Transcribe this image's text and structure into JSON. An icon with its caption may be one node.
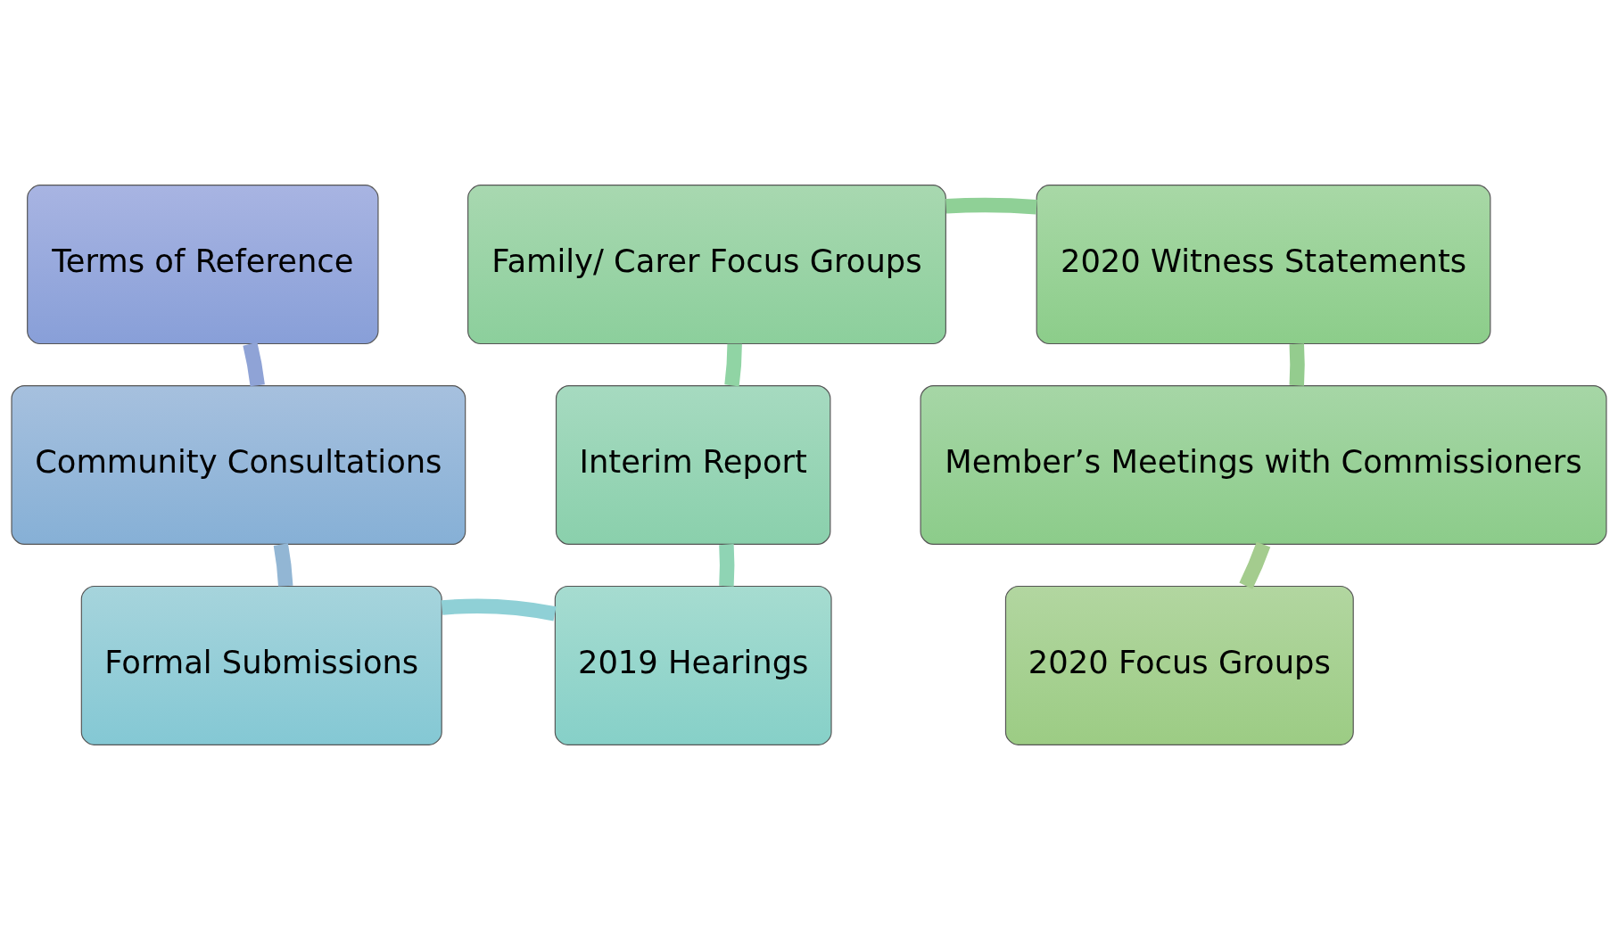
{
  "diagram": {
    "nodes": [
      {
        "text": [
          "Terms of Reference"
        ]
      },
      {
        "text": [
          "Family/ Carer Focus Groups"
        ]
      },
      {
        "text": [
          "2020 Witness Statements"
        ]
      },
      {
        "text": [
          "Community Consultations"
        ]
      },
      {
        "text": [
          "Interim Report"
        ]
      },
      {
        "text": [
          "Member’s Meetings with Commissioners"
        ]
      },
      {
        "text": [
          "Formal Submissions"
        ]
      },
      {
        "text": [
          "2019 Hearings"
        ]
      },
      {
        "text": [
          "2020 Focus Groups"
        ]
      }
    ],
    "edges": [
      {
        "from": 0,
        "to": 3,
        "arrow": "none",
        "color": "#8fa3d6"
      },
      {
        "from": 3,
        "to": 6,
        "arrow": "none",
        "color": "#92b6d4"
      },
      {
        "from": 6,
        "to": 7,
        "arrow": "none",
        "color": "#8fd0d6"
      },
      {
        "from": 7,
        "to": 4,
        "arrow": "none",
        "color": "#8fd4b4"
      },
      {
        "from": 4,
        "to": 1,
        "arrow": "none",
        "color": "#90d4a4"
      },
      {
        "from": 1,
        "to": 2,
        "arrow": "none",
        "color": "#8fd096"
      },
      {
        "from": 2,
        "to": 5,
        "arrow": "none",
        "color": "#94cc8e"
      },
      {
        "from": 5,
        "to": 8,
        "arrow": "none",
        "color": "#a4cc8e"
      }
    ]
  }
}
